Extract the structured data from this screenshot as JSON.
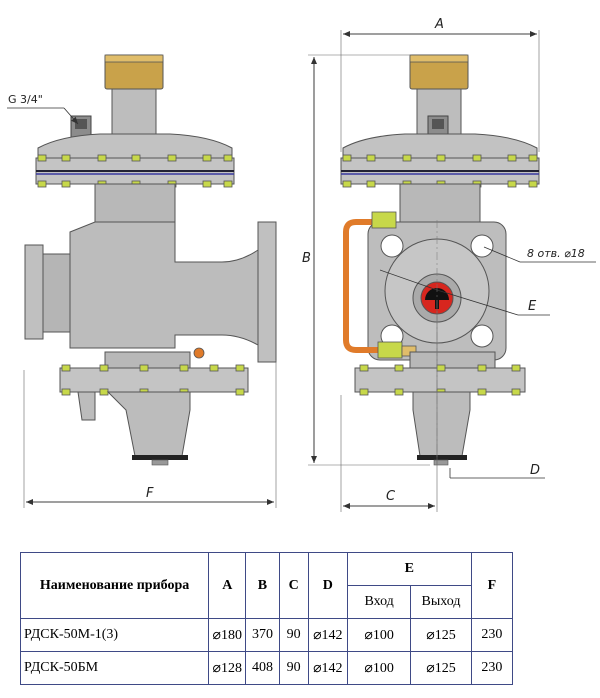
{
  "drawing": {
    "dim_labels": {
      "a": "A",
      "b": "B",
      "c": "C",
      "d": "D",
      "e": "E",
      "f": "F"
    },
    "thread_label": "G 3/4\"",
    "holes_label": "8 отв. ⌀18"
  },
  "table": {
    "headers": {
      "name": "Наименование прибора",
      "a": "A",
      "b": "B",
      "c": "C",
      "d": "D",
      "e": "E",
      "e_in": "Вход",
      "e_out": "Выход",
      "f": "F"
    },
    "rows": [
      {
        "name": "РДСК-50М-1(3)",
        "a": "⌀180",
        "b": "370",
        "c": "90",
        "d": "⌀142",
        "e_in": "⌀100",
        "e_out": "⌀125",
        "f": "230"
      },
      {
        "name": "РДСК-50БМ",
        "a": "⌀128",
        "b": "408",
        "c": "90",
        "d": "⌀142",
        "e_in": "⌀100",
        "e_out": "⌀125",
        "f": "230"
      }
    ]
  }
}
